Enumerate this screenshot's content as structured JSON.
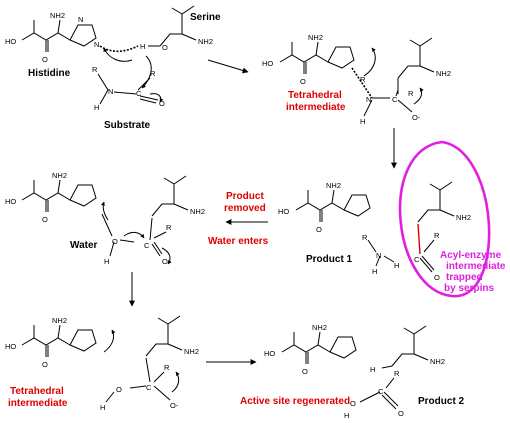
{
  "labels": {
    "histidine": "Histidine",
    "serine": "Serine",
    "substrate": "Substrate",
    "tetrahedral_1": "Tetrahedral",
    "intermediate_1": "intermediate",
    "product_removed_1": "Product",
    "product_removed_2": "removed",
    "water_enters": "Water enters",
    "water": "Water",
    "product_1": "Product 1",
    "acyl_1": "Acyl-enzyme",
    "acyl_2": "intermediate",
    "acyl_3": "trapped",
    "acyl_4": "by serpins",
    "tetrahedral_2": "Tetrahedral",
    "intermediate_2": "intermediate",
    "active_site": "Active site regenerated",
    "product_2": "Product 2"
  },
  "atoms": {
    "ho": "HO",
    "o": "O",
    "nh2": "NH2",
    "n": "N",
    "h": "H",
    "r": "R",
    "c": "C",
    "o_minus": "O-"
  },
  "colors": {
    "red_label": "#e00000",
    "serpin_highlight": "#e020e0",
    "acyl_bond": "#e00000"
  }
}
